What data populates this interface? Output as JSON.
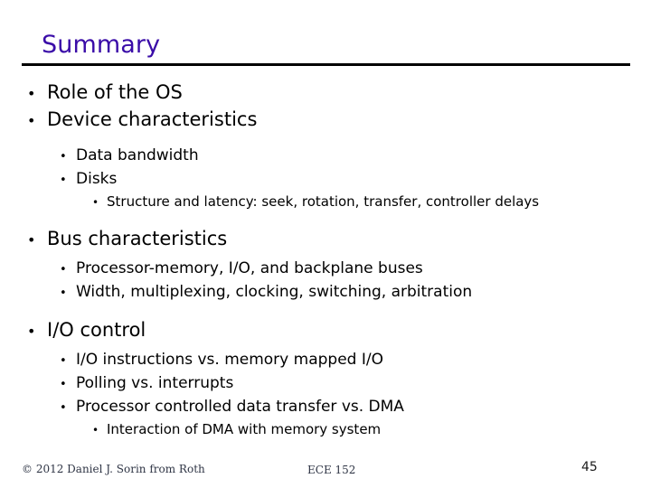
{
  "slide": {
    "title": "Summary",
    "title_color": "#3A0CA8",
    "rule_color": "#000000",
    "background_color": "#ffffff",
    "page_number": "45"
  },
  "bullet_marker": "•",
  "outline": [
    {
      "level": 1,
      "text": "Role of the OS"
    },
    {
      "level": 1,
      "text": "Device characteristics"
    },
    {
      "level": 2,
      "text": "Data bandwidth"
    },
    {
      "level": 2,
      "text": "Disks"
    },
    {
      "level": 3,
      "text": "Structure and latency: seek, rotation, transfer, controller delays"
    },
    {
      "level": 1,
      "text": "Bus characteristics"
    },
    {
      "level": 2,
      "text": "Processor-memory, I/O, and backplane buses"
    },
    {
      "level": 2,
      "text": "Width, multiplexing, clocking, switching, arbitration"
    },
    {
      "level": 1,
      "text": "I/O control"
    },
    {
      "level": 2,
      "text": "I/O instructions vs. memory mapped I/O"
    },
    {
      "level": 2,
      "text": "Polling vs. interrupts"
    },
    {
      "level": 2,
      "text": "Processor controlled data transfer vs. DMA"
    },
    {
      "level": 3,
      "text": "Interaction of DMA with memory system"
    }
  ],
  "footer": {
    "copyright": "© 2012 Daniel J. Sorin from Roth",
    "course": "ECE 152",
    "page_number": "45"
  }
}
